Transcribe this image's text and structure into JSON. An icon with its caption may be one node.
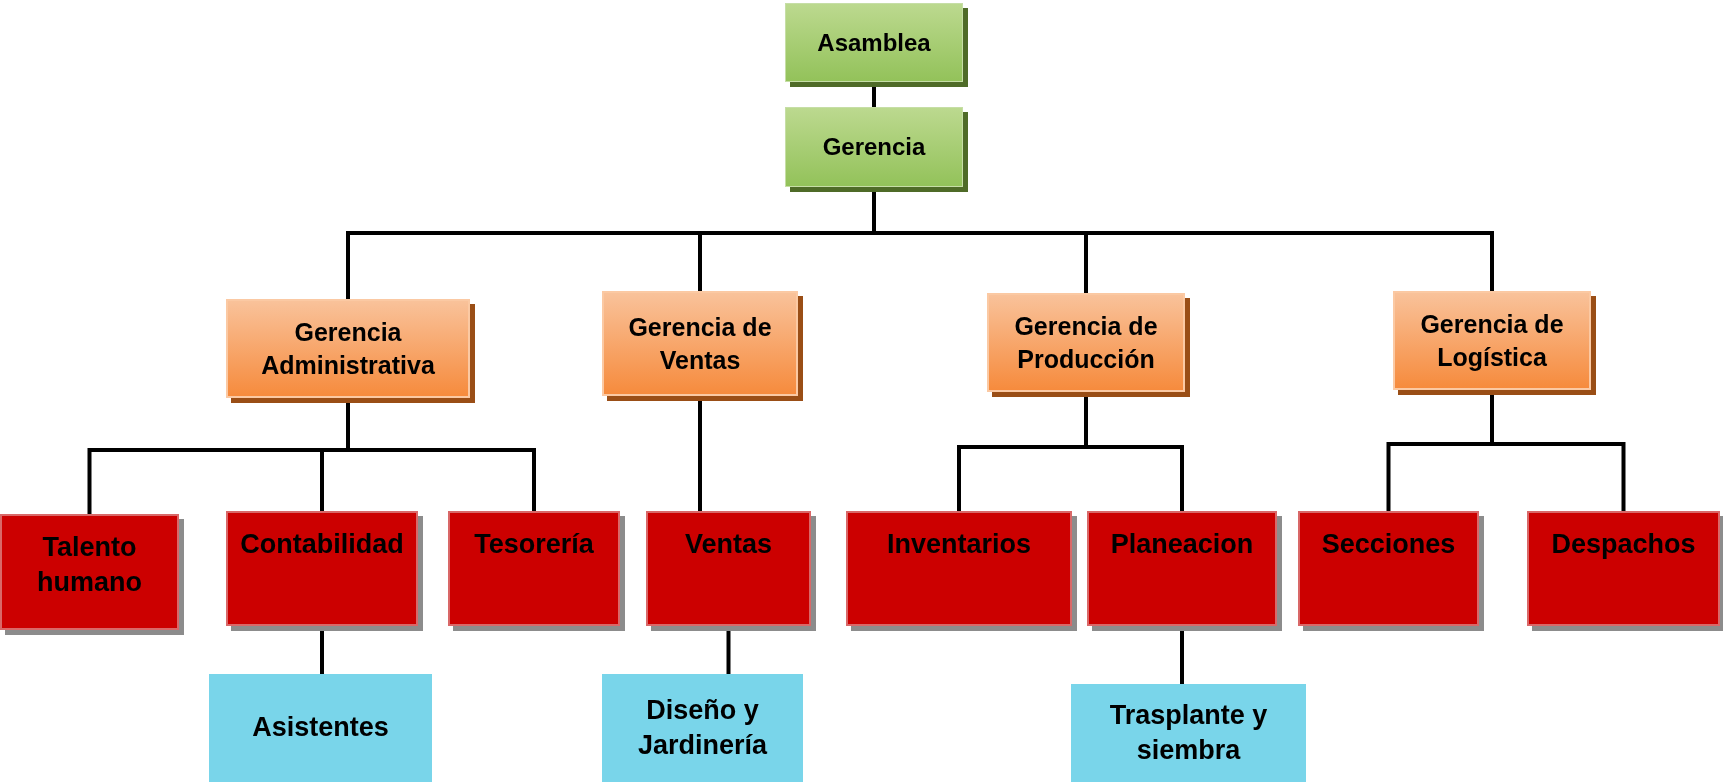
{
  "diagram": {
    "nodes": [
      {
        "text": [
          "Asamblea"
        ]
      },
      {
        "text": [
          "Gerencia"
        ]
      },
      {
        "text": [
          "Gerencia Administrativa"
        ]
      },
      {
        "text": [
          "Gerencia de Ventas"
        ]
      },
      {
        "text": [
          "Gerencia de Producción"
        ]
      },
      {
        "text": [
          "Gerencia de Logística"
        ]
      },
      {
        "text": [
          "Talento humano"
        ]
      },
      {
        "text": [
          "Contabilidad"
        ]
      },
      {
        "text": [
          "Tesorería"
        ]
      },
      {
        "text": [
          "Ventas"
        ]
      },
      {
        "text": [
          "Inventarios"
        ]
      },
      {
        "text": [
          "Planeacion"
        ]
      },
      {
        "text": [
          "Secciones"
        ]
      },
      {
        "text": [
          "Despachos"
        ]
      },
      {
        "text": [
          "Asistentes"
        ]
      },
      {
        "text": [
          "Diseño y Jardinería"
        ]
      },
      {
        "text": [
          "Trasplante y siembra"
        ]
      }
    ],
    "edges": [
      {
        "from": 0,
        "to": 1,
        "arrow": "none"
      },
      {
        "from": 1,
        "to": 2,
        "arrow": "none"
      },
      {
        "from": 1,
        "to": 3,
        "arrow": "none"
      },
      {
        "from": 1,
        "to": 4,
        "arrow": "none"
      },
      {
        "from": 1,
        "to": 5,
        "arrow": "none"
      },
      {
        "from": 2,
        "to": 6,
        "arrow": "none"
      },
      {
        "from": 2,
        "to": 7,
        "arrow": "none"
      },
      {
        "from": 2,
        "to": 8,
        "arrow": "none"
      },
      {
        "from": 3,
        "to": 9,
        "arrow": "none"
      },
      {
        "from": 4,
        "to": 10,
        "arrow": "none"
      },
      {
        "from": 4,
        "to": 11,
        "arrow": "none"
      },
      {
        "from": 5,
        "to": 12,
        "arrow": "none"
      },
      {
        "from": 5,
        "to": 13,
        "arrow": "none"
      },
      {
        "from": 7,
        "to": 14,
        "arrow": "none"
      },
      {
        "from": 9,
        "to": 15,
        "arrow": "none"
      },
      {
        "from": 11,
        "to": 16,
        "arrow": "none"
      }
    ]
  }
}
